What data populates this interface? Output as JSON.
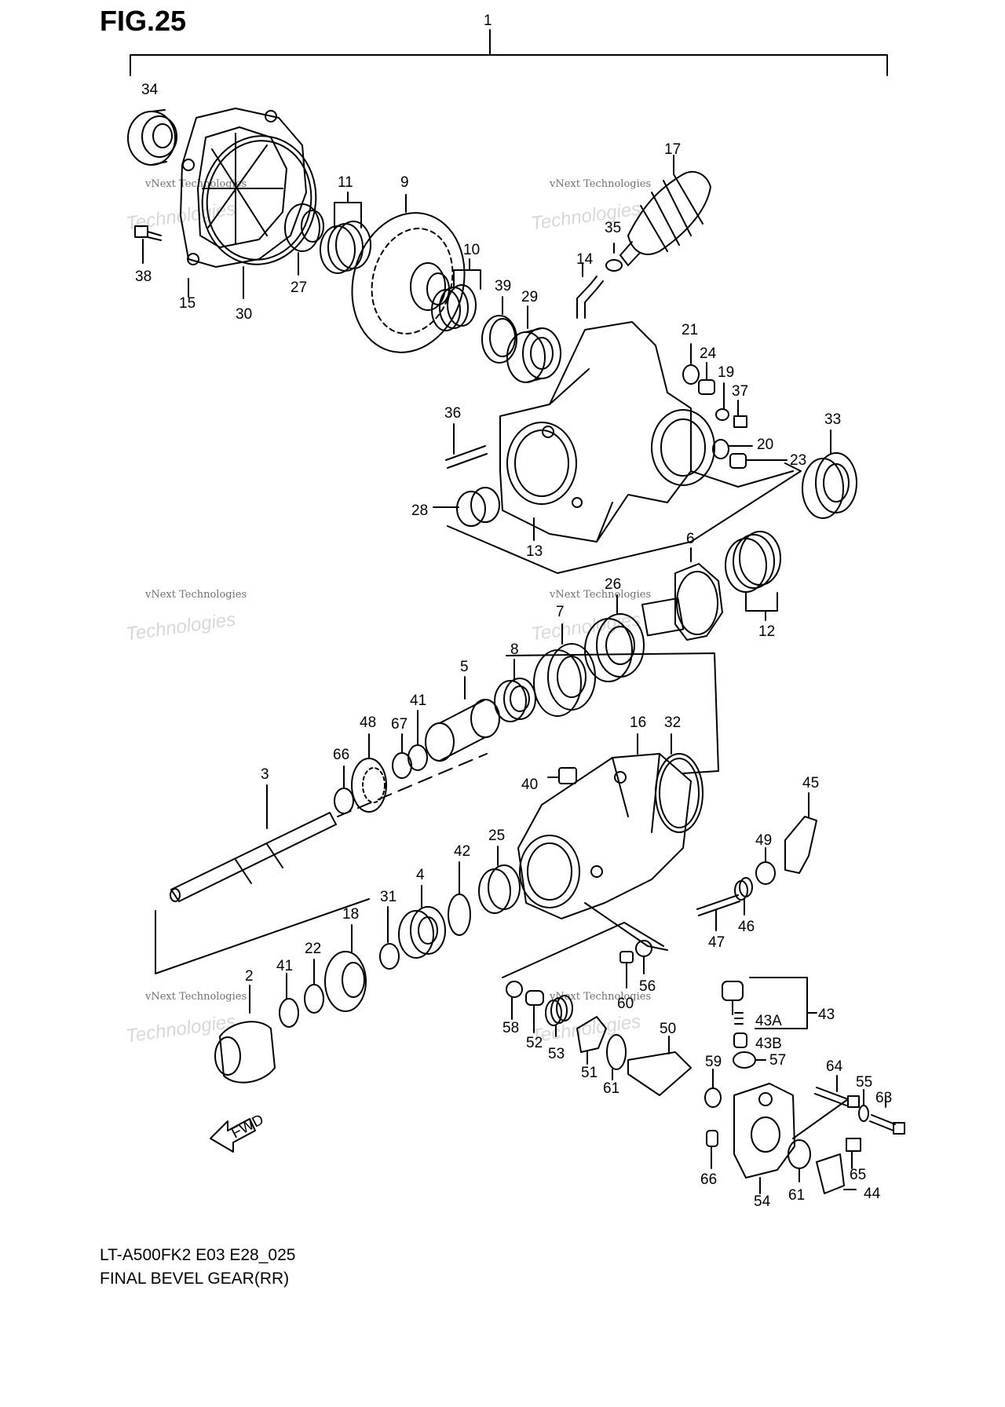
{
  "figure": {
    "title": "FIG.25",
    "model_code": "LT-A500FK2 E03 E28_025",
    "caption": "FINAL BEVEL GEAR(RR)"
  },
  "watermark": {
    "line1": "vNext Technologies",
    "line2": "Technologies"
  },
  "arrow": {
    "label": "FWD"
  },
  "callouts": [
    "1",
    "34",
    "15",
    "38",
    "30",
    "27",
    "11",
    "9",
    "10",
    "39",
    "29",
    "17",
    "35",
    "14",
    "21",
    "24",
    "19",
    "37",
    "20",
    "23",
    "33",
    "36",
    "28",
    "13",
    "6",
    "26",
    "12",
    "7",
    "8",
    "5",
    "41",
    "67",
    "48",
    "66",
    "3",
    "16",
    "32",
    "40",
    "45",
    "25",
    "42",
    "4",
    "31",
    "18",
    "22",
    "41",
    "2",
    "49",
    "46",
    "47",
    "56",
    "60",
    "58",
    "52",
    "53",
    "51",
    "61",
    "50",
    "43A",
    "43B",
    "43",
    "59",
    "57",
    "64",
    "55",
    "63",
    "66",
    "61",
    "54",
    "65",
    "44"
  ]
}
